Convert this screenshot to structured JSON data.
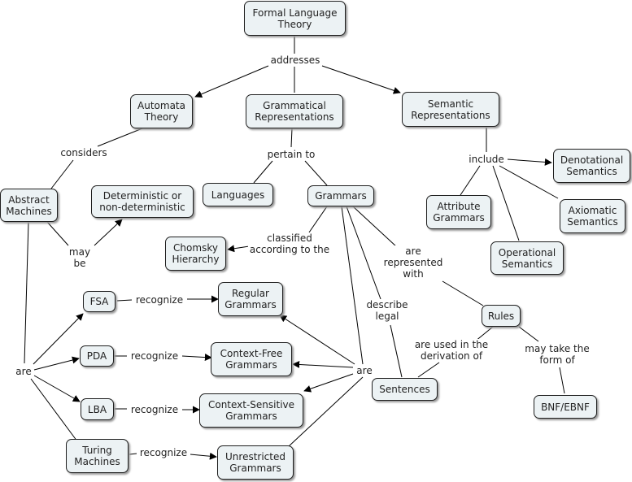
{
  "concepts": {
    "formal_language_theory": "Formal Language\nTheory",
    "automata_theory": "Automata\nTheory",
    "grammatical_representations": "Grammatical\nRepresentations",
    "semantic_representations": "Semantic\nRepresentations",
    "abstract_machines": "Abstract\nMachines",
    "deterministic": "Deterministic or\nnon-deterministic",
    "languages": "Languages",
    "grammars": "Grammars",
    "denotational_semantics": "Denotational\nSemantics",
    "attribute_grammars": "Attribute\nGrammars",
    "axiomatic_semantics": "Axiomatic\nSemantics",
    "operational_semantics": "Operational\nSemantics",
    "chomsky_hierarchy": "Chomsky\nHierarchy",
    "fsa": "FSA",
    "regular_grammars": "Regular\nGrammars",
    "pda": "PDA",
    "context_free_grammars": "Context-Free\nGrammars",
    "lba": "LBA",
    "context_sensitive_grammars": "Context-Sensitive\nGrammars",
    "turing_machines": "Turing\nMachines",
    "unrestricted_grammars": "Unrestricted\nGrammars",
    "rules": "Rules",
    "sentences": "Sentences",
    "bnf_ebnf": "BNF/EBNF"
  },
  "links": {
    "addresses": "addresses",
    "considers": "considers",
    "pertain_to": "pertain to",
    "include": "include",
    "may_be": "may\nbe",
    "classified": "classified\naccording to the",
    "are_represented_with": "are\nrepresented\nwith",
    "describe_legal": "describe\nlegal",
    "are_left": "are",
    "are_right": "are",
    "recognize_fsa": "recognize",
    "recognize_pda": "recognize",
    "recognize_lba": "recognize",
    "recognize_tm": "recognize",
    "are_used_in": "are used in the\nderivation of",
    "may_take_form": "may take the\nform of"
  }
}
